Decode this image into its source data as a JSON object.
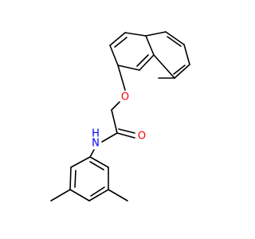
{
  "molecule": {
    "atoms": {
      "ether_oxygen": "O",
      "carbonyl_oxygen": "O",
      "amide_nitrogen": "N",
      "amide_hydrogen": "H"
    },
    "colors": {
      "bond": "#000000",
      "oxygen": "#ff0000",
      "nitrogen": "#0000ff"
    }
  }
}
